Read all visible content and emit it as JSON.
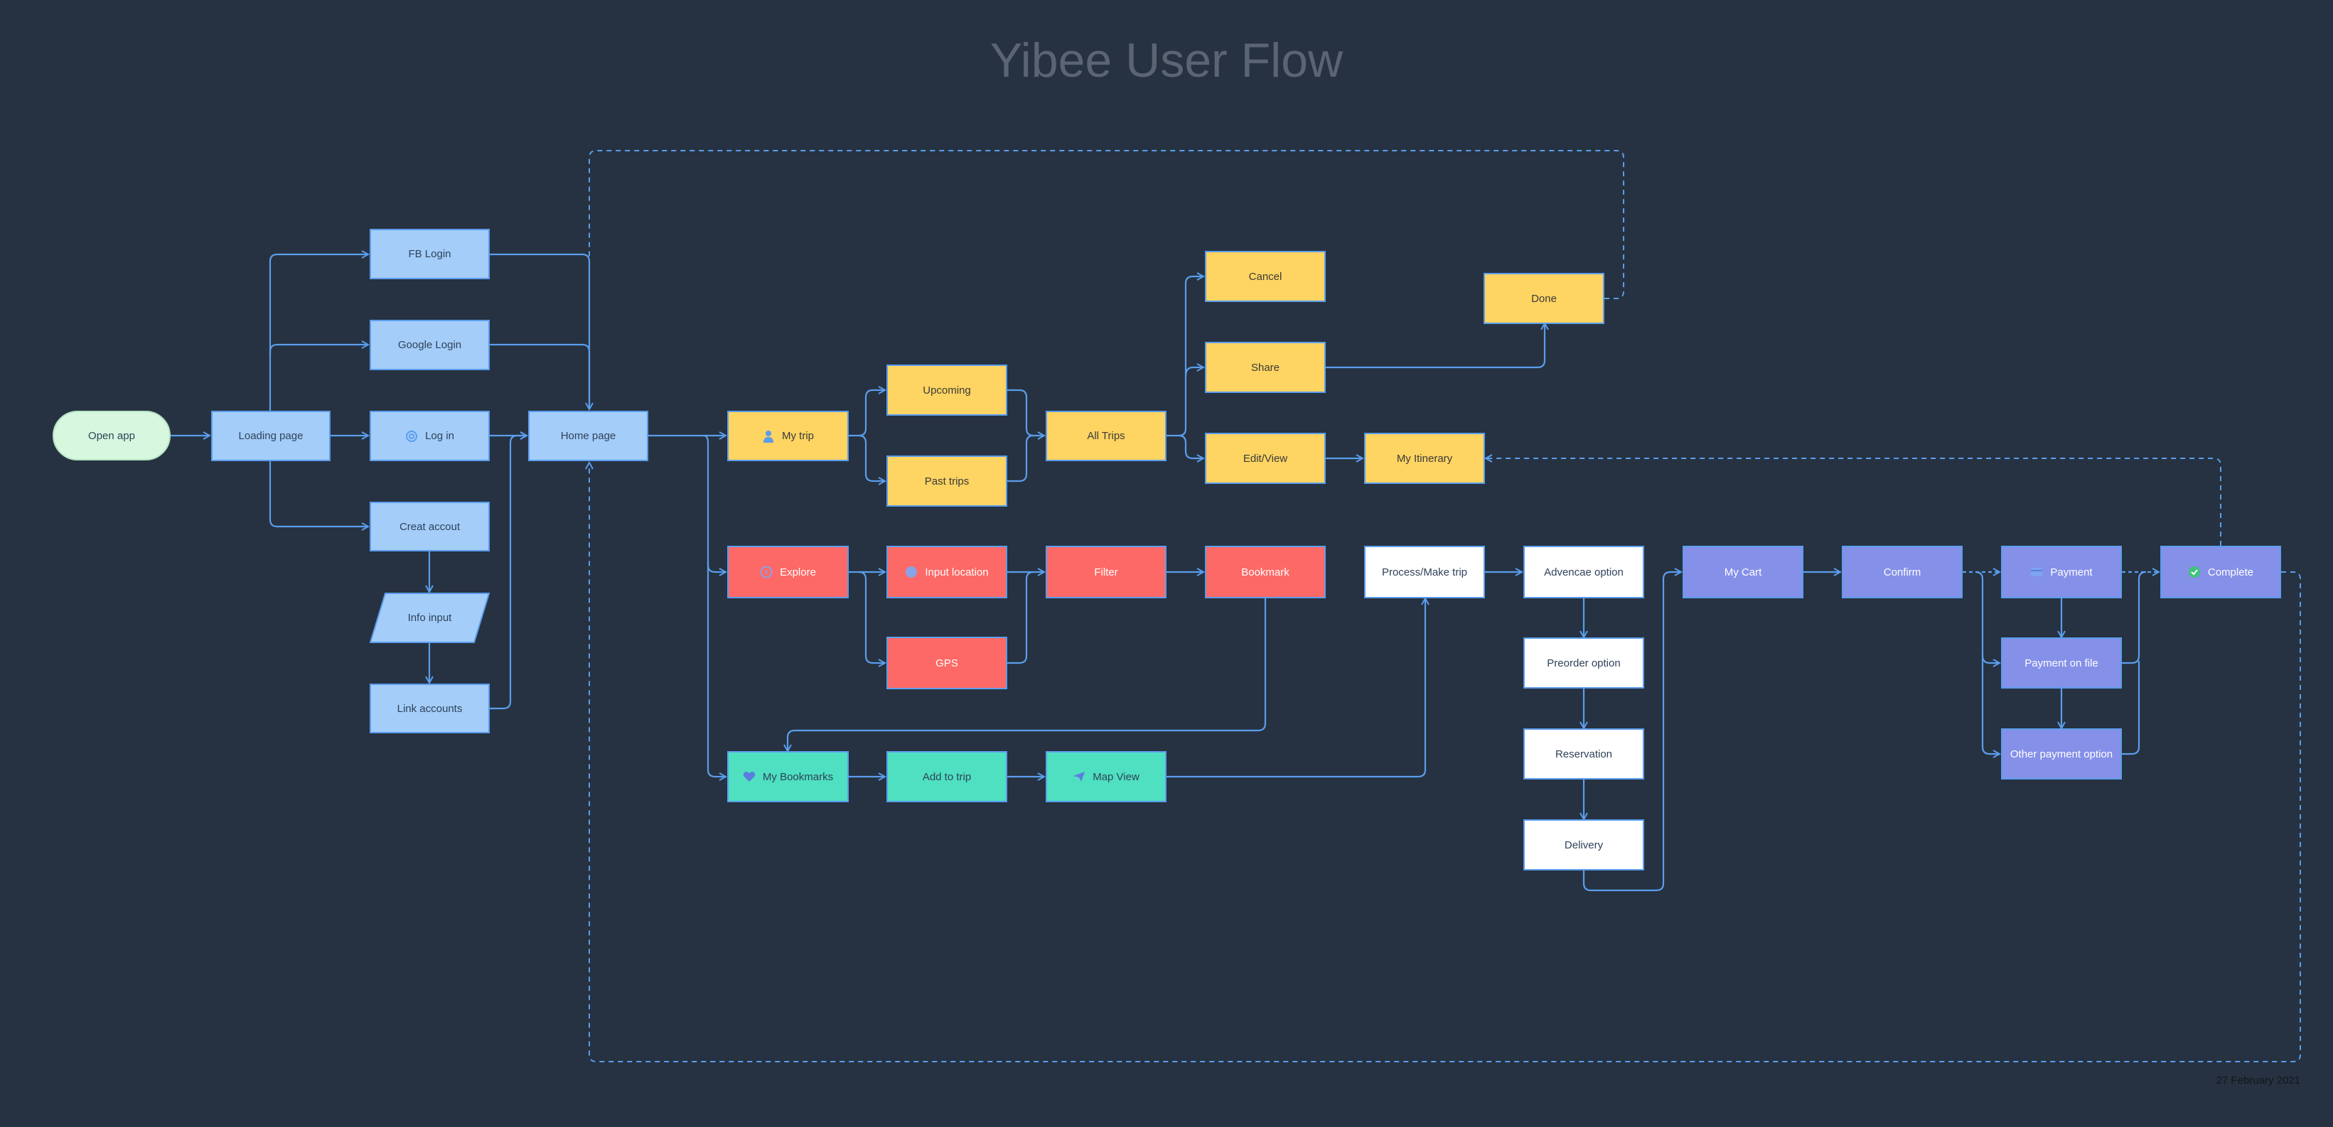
{
  "title": "Yibee User Flow",
  "date": "27 February 2021",
  "colors": {
    "background": "#263241",
    "edge": "#5b9dec",
    "blue_node": "#a4cdf9",
    "start_node": "#d7f7df",
    "yellow_node": "#fed462",
    "red_node": "#fd6966",
    "teal_node": "#4ee0c0",
    "white_node": "#ffffff",
    "purple_node": "#8590e8"
  },
  "nodes": {
    "open_app": "Open app",
    "loading_page": "Loading page",
    "fb_login": "FB Login",
    "google_login": "Google Login",
    "log_in": "Log in",
    "creat_account": "Creat accout",
    "info_input": "Info input",
    "link_accounts": "Link accounts",
    "home_page": "Home page",
    "my_trip": "My trip",
    "upcoming": "Upcoming",
    "past_trips": "Past trips",
    "all_trips": "All Trips",
    "cancel": "Cancel",
    "share": "Share",
    "edit_view": "Edit/View",
    "done": "Done",
    "my_itinerary": "My Itinerary",
    "explore": "Explore",
    "input_location": "Input location",
    "gps": "GPS",
    "filter": "Filter",
    "bookmark": "Bookmark",
    "my_bookmarks": "My Bookmarks",
    "add_to_trip": "Add to trip",
    "map_view": "Map View",
    "process_make_trip": "Process/Make trip",
    "advance_option": "Advencae option",
    "preorder_option": "Preorder option",
    "reservation": "Reservation",
    "delivery": "Delivery",
    "my_cart": "My Cart",
    "confirm": "Confirm",
    "payment": "Payment",
    "payment_on_file": "Payment on file",
    "other_payment_option": "Other payment option",
    "complete": "Complete"
  },
  "icons": {
    "log_in": "at-sign-icon",
    "my_trip": "person-icon",
    "explore": "compass-icon",
    "input_location": "location-dot-icon",
    "my_bookmarks": "heart-icon",
    "map_view": "paper-plane-icon",
    "payment": "credit-card-icon",
    "complete": "check-circle-icon"
  },
  "edges": [
    [
      "open_app",
      "loading_page"
    ],
    [
      "loading_page",
      "fb_login"
    ],
    [
      "loading_page",
      "google_login"
    ],
    [
      "loading_page",
      "log_in"
    ],
    [
      "loading_page",
      "creat_account"
    ],
    [
      "creat_account",
      "info_input"
    ],
    [
      "info_input",
      "link_accounts"
    ],
    [
      "fb_login",
      "home_page"
    ],
    [
      "google_login",
      "home_page"
    ],
    [
      "log_in",
      "home_page"
    ],
    [
      "link_accounts",
      "home_page"
    ],
    [
      "home_page",
      "my_trip"
    ],
    [
      "home_page",
      "explore"
    ],
    [
      "home_page",
      "my_bookmarks"
    ],
    [
      "my_trip",
      "upcoming"
    ],
    [
      "my_trip",
      "past_trips"
    ],
    [
      "upcoming",
      "all_trips"
    ],
    [
      "past_trips",
      "all_trips"
    ],
    [
      "all_trips",
      "cancel"
    ],
    [
      "all_trips",
      "share"
    ],
    [
      "all_trips",
      "edit_view"
    ],
    [
      "share",
      "done"
    ],
    [
      "edit_view",
      "my_itinerary"
    ],
    [
      "explore",
      "input_location"
    ],
    [
      "explore",
      "gps"
    ],
    [
      "input_location",
      "filter"
    ],
    [
      "gps",
      "filter"
    ],
    [
      "filter",
      "bookmark"
    ],
    [
      "bookmark",
      "my_bookmarks"
    ],
    [
      "my_bookmarks",
      "add_to_trip"
    ],
    [
      "add_to_trip",
      "map_view"
    ],
    [
      "map_view",
      "process_make_trip"
    ],
    [
      "process_make_trip",
      "advance_option"
    ],
    [
      "advance_option",
      "preorder_option"
    ],
    [
      "preorder_option",
      "reservation"
    ],
    [
      "reservation",
      "delivery"
    ],
    [
      "delivery",
      "my_cart"
    ],
    [
      "my_cart",
      "confirm"
    ],
    [
      "confirm",
      "payment"
    ],
    [
      "confirm",
      "payment_on_file"
    ],
    [
      "confirm",
      "other_payment_option"
    ],
    [
      "payment",
      "payment_on_file"
    ],
    [
      "payment_on_file",
      "other_payment_option"
    ],
    [
      "payment",
      "complete"
    ],
    [
      "payment_on_file",
      "complete"
    ],
    [
      "other_payment_option",
      "complete"
    ],
    [
      "done",
      "home_page",
      "dashed"
    ],
    [
      "complete",
      "my_itinerary",
      "dashed"
    ],
    [
      "complete",
      "home_page",
      "dashed"
    ]
  ]
}
